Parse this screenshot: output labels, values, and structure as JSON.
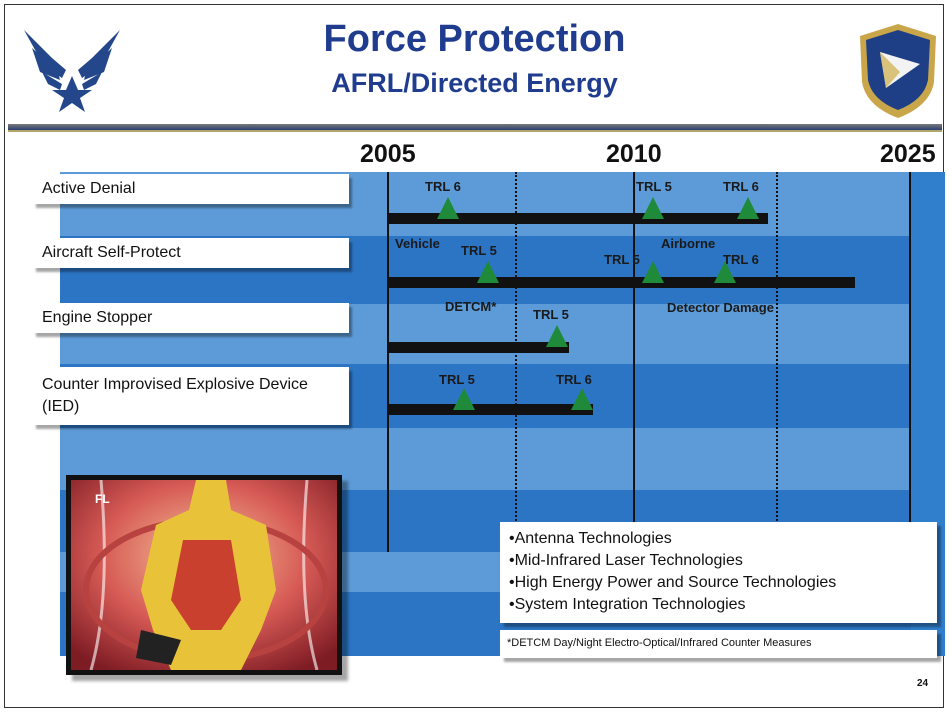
{
  "header": {
    "title": "Force Protection",
    "subtitle": "AFRL/Directed Energy",
    "left_logo": "air-force-wings-logo",
    "right_logo": "afrl-shield-logo"
  },
  "years": [
    "2005",
    "2010",
    "2025"
  ],
  "rows": [
    {
      "label": "Active Denial"
    },
    {
      "label": "Aircraft Self-Protect"
    },
    {
      "label": "Engine Stopper"
    },
    {
      "label": "Counter Improvised Explosive Device (IED)"
    }
  ],
  "milestones": {
    "active_denial": [
      "TRL 6",
      "TRL 5",
      "TRL 6"
    ],
    "aircraft_self_protect": [
      "TRL 5",
      "TRL 5",
      "TRL 6"
    ],
    "engine_stopper": [
      "TRL 5"
    ],
    "counter_ied": [
      "TRL 5",
      "TRL 6"
    ]
  },
  "annotations": {
    "vehicle": "Vehicle",
    "airborne": "Airborne",
    "detcm": "DETCM*",
    "detector_damage": "Detector Damage"
  },
  "photo_logo_text": "FL",
  "technologies": [
    "•Antenna Technologies",
    "•Mid-Infrared Laser Technologies",
    "•High Energy Power and Source Technologies",
    "•System Integration Technologies"
  ],
  "footnote": "*DETCM Day/Night Electro-Optical/Infrared Counter Measures",
  "page_number": "24",
  "colors": {
    "title": "#1f3c8f",
    "stripe_light": "#5d9bd8",
    "stripe_dark": "#2b75c4",
    "milestone_marker": "#1e8a3a"
  }
}
